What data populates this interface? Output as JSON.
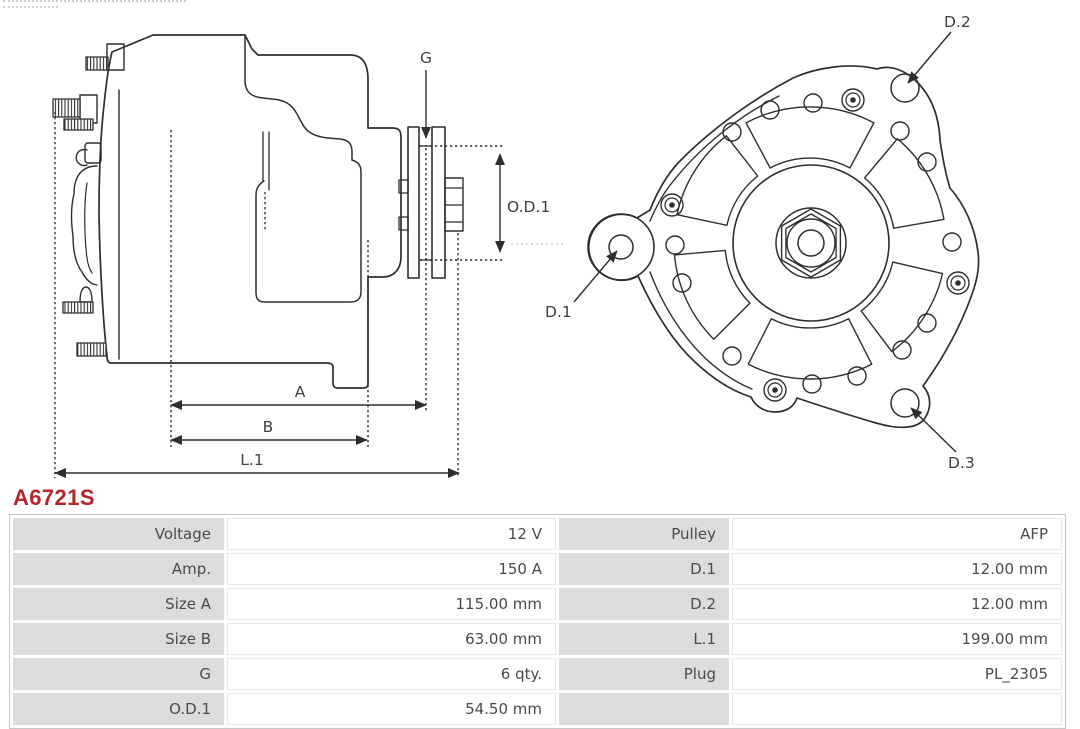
{
  "part_number": "A6721S",
  "colors": {
    "accent_red": "#b4262b",
    "drawing_line": "#2e2e2e",
    "table_label_bg": "#dcdcdc",
    "table_text": "#4a4a4a"
  },
  "diagram": {
    "side_view": {
      "g_label": "G",
      "od1_label": "O.D.1",
      "a_label": "A",
      "b_label": "B",
      "l1_label": "L.1"
    },
    "front_view": {
      "d1_label": "D.1",
      "d2_label": "D.2",
      "d3_label": "D.3"
    }
  },
  "table": {
    "rows": [
      {
        "label_left": "Voltage",
        "value_left": "12 V",
        "label_right": "Pulley",
        "value_right": "AFP"
      },
      {
        "label_left": "Amp.",
        "value_left": "150 A",
        "label_right": "D.1",
        "value_right": "12.00 mm"
      },
      {
        "label_left": "Size A",
        "value_left": "115.00 mm",
        "label_right": "D.2",
        "value_right": "12.00 mm"
      },
      {
        "label_left": "Size B",
        "value_left": "63.00 mm",
        "label_right": "L.1",
        "value_right": "199.00 mm"
      },
      {
        "label_left": "G",
        "value_left": "6 qty.",
        "label_right": "Plug",
        "value_right": "PL_2305"
      },
      {
        "label_left": "O.D.1",
        "value_left": "54.50 mm",
        "label_right": "",
        "value_right": ""
      }
    ]
  }
}
